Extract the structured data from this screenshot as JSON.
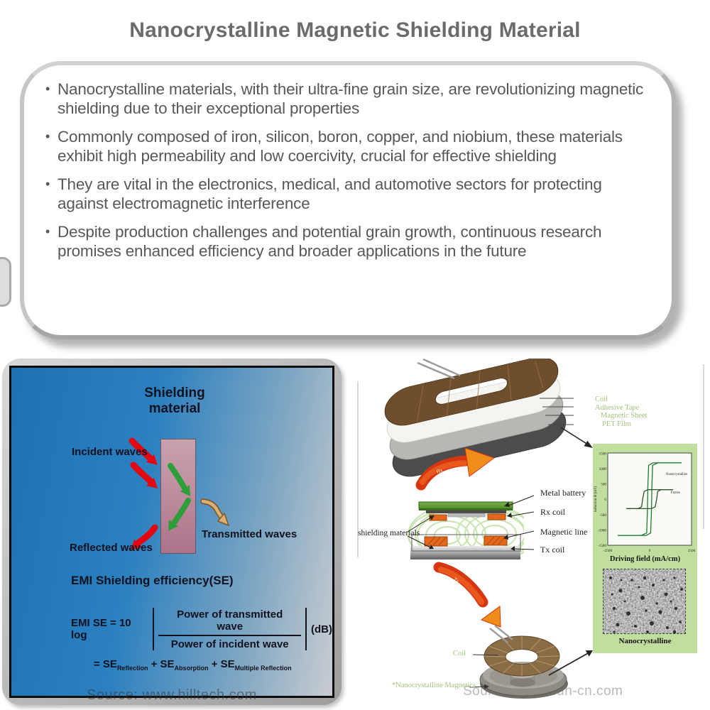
{
  "page": {
    "title": "Nanocrystalline Magnetic Shielding Material"
  },
  "card": {
    "bullets": [
      "Nanocrystalline materials, with their ultra-fine grain size, are revolutionizing magnetic shielding due to their exceptional properties",
      "Commonly composed of iron, silicon, boron, copper, and niobium, these materials exhibit high permeability and low coercivity, crucial for effective shielding",
      "They are vital in the electronics, medical, and automotive sectors for protecting against electromagnetic interference",
      "Despite production challenges and potential grain growth, continuous research promises enhanced efficiency and broader applications in the future"
    ]
  },
  "shield_figure": {
    "title_line1": "Shielding",
    "title_line2": "material",
    "incident_label": "Incident waves",
    "reflected_label": "Reflected waves",
    "transmitted_label": "Transmitted waves",
    "efficiency_label": "EMI Shielding efficiency(SE)",
    "formula": {
      "lhs": "EMI SE = 10 log",
      "numerator": "Power of transmitted wave",
      "denominator": "Power of incident wave",
      "unit": "(dB)",
      "eq": "= SE",
      "plus": "+ SE",
      "terms": [
        {
          "base": "SE",
          "sub": "Reflection"
        },
        {
          "base": "SE",
          "sub": "Absorption"
        },
        {
          "base": "SE",
          "sub": "Multiple Reflection"
        }
      ]
    },
    "watermark": "Source: www.hilltech.com",
    "colors": {
      "bg_start": "#1d72b4",
      "bg_end": "#c9ccd1",
      "slab": "#bb8a9c",
      "incident_arrow": "#e30613",
      "absorbed_arrow": "#2e9e3a",
      "transmitted_arrow": "#dcaf74"
    }
  },
  "apparatus": {
    "stack_labels": [
      "Coil",
      "Adhesive Tape",
      "Magnetic Sheet",
      "PET Film"
    ],
    "rx_arrow_label": "Rx",
    "tx_arrow_label": "Tx",
    "labels": {
      "metal_battery": "Metal battery",
      "rx_coil": "Rx coil",
      "magnetic_line": "Magnetic line",
      "tx_coil": "Tx coil",
      "shielding_materials": "shielding materials",
      "coil": "Coil",
      "core": "*Nanocrystalline Magnetics",
      "sem_caption": "Nanocrystalline"
    },
    "watermark": "Source: www.sun-cn.com"
  },
  "chart_data": {
    "type": "line",
    "title": "",
    "xlabel": "Driving field (mA/cm)",
    "ylabel": "induction B (mT)",
    "xlim": [
      -2500,
      2500
    ],
    "ylim": [
      -1500,
      1500
    ],
    "xticks": [
      -2500,
      0,
      2500
    ],
    "yticks": [
      1500,
      1000,
      500,
      0,
      -500,
      -1000,
      -1500
    ],
    "grid": false,
    "legend_position": "inline-right",
    "series": [
      {
        "name": "Nanocrystalline",
        "color": "#1d7a33",
        "up": [
          [
            -1900,
            -1180
          ],
          [
            -200,
            -1180
          ],
          [
            60,
            -1100
          ],
          [
            100,
            -500
          ],
          [
            140,
            500
          ],
          [
            180,
            1100
          ],
          [
            500,
            1180
          ],
          [
            1900,
            1180
          ]
        ],
        "down": [
          [
            1900,
            1180
          ],
          [
            200,
            1180
          ],
          [
            -60,
            1100
          ],
          [
            -100,
            500
          ],
          [
            -140,
            -500
          ],
          [
            -180,
            -1100
          ],
          [
            -500,
            -1180
          ],
          [
            -1900,
            -1180
          ]
        ]
      },
      {
        "name": "Ferrite",
        "color": "#27542a",
        "up": [
          [
            -1400,
            -310
          ],
          [
            100,
            -310
          ],
          [
            330,
            -250
          ],
          [
            420,
            0
          ],
          [
            480,
            250
          ],
          [
            700,
            310
          ],
          [
            1400,
            310
          ]
        ],
        "down": [
          [
            1400,
            310
          ],
          [
            -100,
            310
          ],
          [
            -330,
            250
          ],
          [
            -420,
            0
          ],
          [
            -480,
            -250
          ],
          [
            -700,
            -310
          ],
          [
            -1400,
            -310
          ]
        ]
      }
    ]
  }
}
